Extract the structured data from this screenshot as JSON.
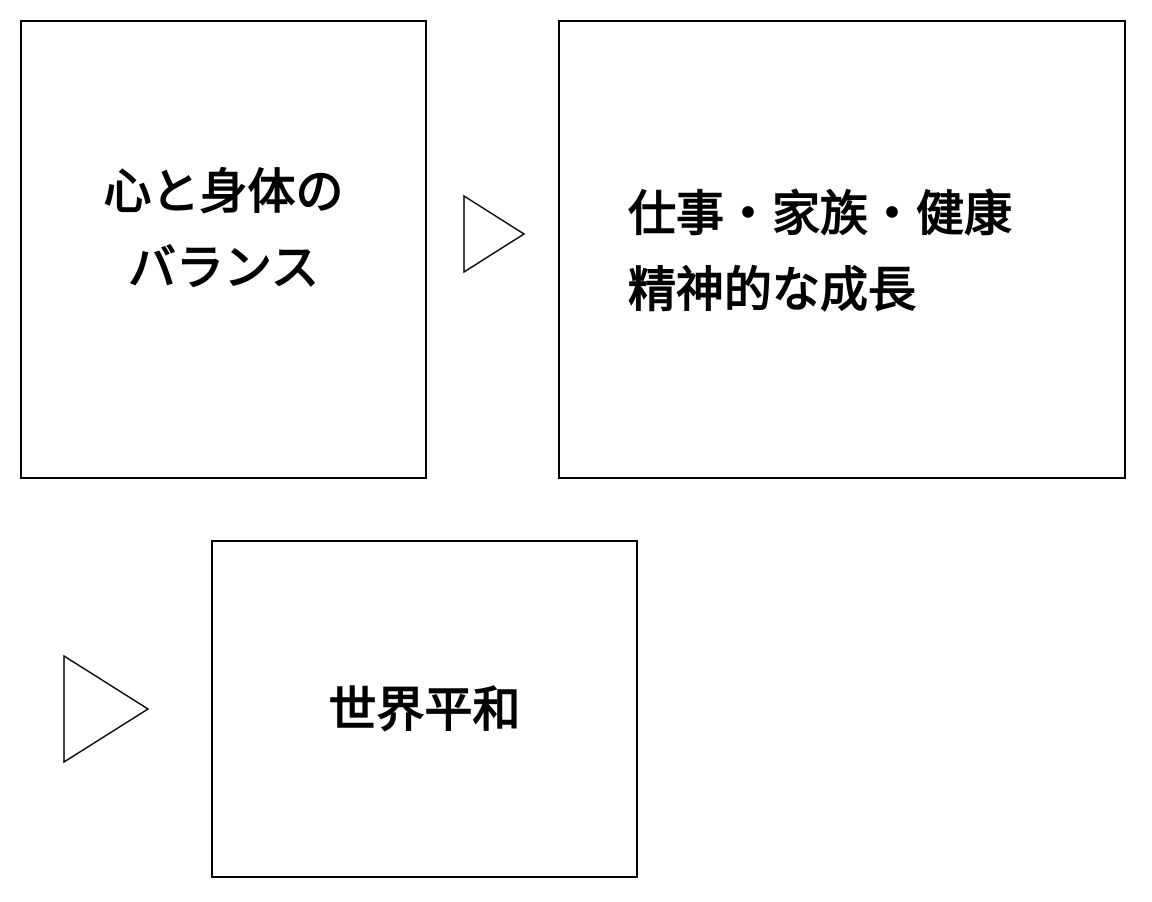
{
  "diagram": {
    "box1": {
      "lines": [
        "心と身体の",
        "バランス"
      ]
    },
    "box2": {
      "lines": [
        "仕事・家族・健康",
        "精神的な成長"
      ]
    },
    "box3": {
      "lines": [
        "世界平和"
      ]
    },
    "arrows": [
      {
        "name": "arrow-1",
        "icon": "triangle-right-icon"
      },
      {
        "name": "arrow-2",
        "icon": "triangle-right-icon"
      }
    ],
    "colors": {
      "stroke": "#000000",
      "background": "#ffffff"
    }
  }
}
